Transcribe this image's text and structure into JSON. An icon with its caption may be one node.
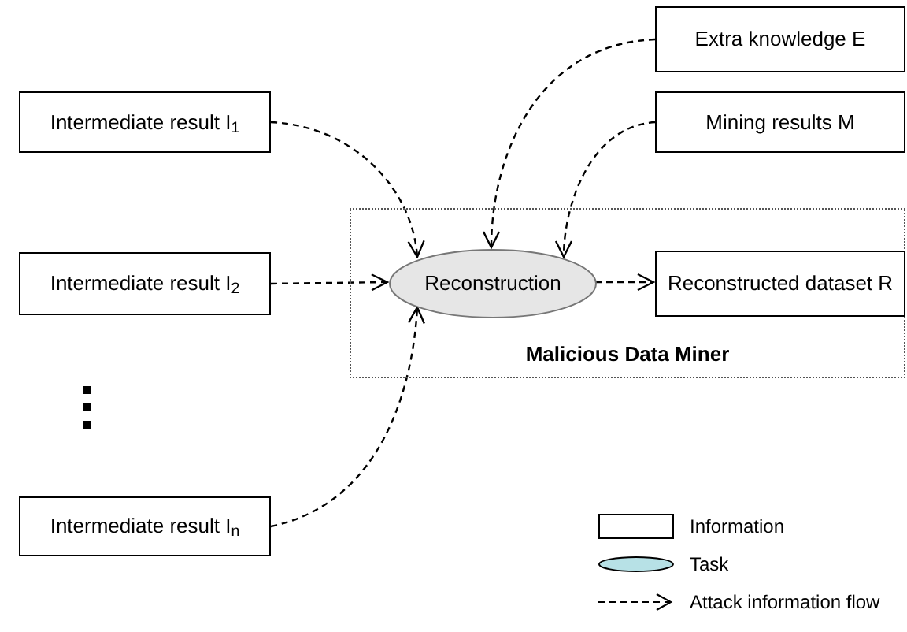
{
  "diagram": {
    "nodes": [
      {
        "text": [
          "Malicious Data Miner"
        ]
      },
      {
        "text": [
          "Intermediate result I$_{1}$"
        ]
      },
      {
        "text": [
          "Intermediate result I$_{2}$"
        ]
      },
      {
        "text": [
          "Intermediate result I$_{n}$"
        ]
      },
      {
        "text": [
          "Extra knowledge E"
        ]
      },
      {
        "text": [
          "Mining results M"
        ]
      },
      {
        "text": [
          "Reconstruction"
        ],
        "in": 0
      },
      {
        "text": [
          "Reconstructed dataset R"
        ],
        "in": 0
      }
    ],
    "edges": [
      {
        "from": 1,
        "to": 6,
        "arrow": "to"
      },
      {
        "from": 4,
        "to": 6,
        "arrow": "to"
      },
      {
        "from": 5,
        "to": 6,
        "arrow": "to"
      },
      {
        "from": 2,
        "to": 6,
        "arrow": "to"
      },
      {
        "from": 3,
        "to": 6,
        "arrow": "to"
      },
      {
        "from": 6,
        "to": 7,
        "arrow": "to"
      }
    ],
    "legend": [
      {
        "text": "Information"
      },
      {
        "text": "Task"
      },
      {
        "text": "Attack information flow"
      }
    ]
  }
}
